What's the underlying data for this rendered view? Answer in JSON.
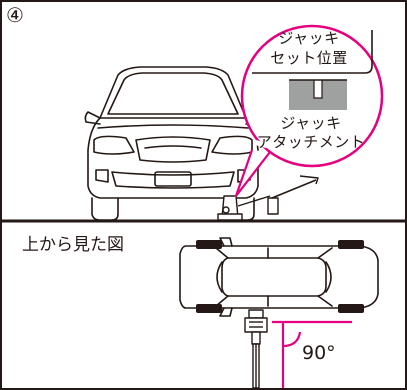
{
  "step_number": "④",
  "callout": {
    "jack_position_line1": "ジャッキ",
    "jack_position_line2": "セット位置",
    "jack_attachment_line1": "ジャッキ",
    "jack_attachment_line2": "アタッチメント"
  },
  "top_view_caption": "上から見た図",
  "angle_label": "90°",
  "colors": {
    "line": "#231815",
    "accent": "#e4007f",
    "jack_point": "#9fa0a0",
    "ground": "#231815"
  }
}
